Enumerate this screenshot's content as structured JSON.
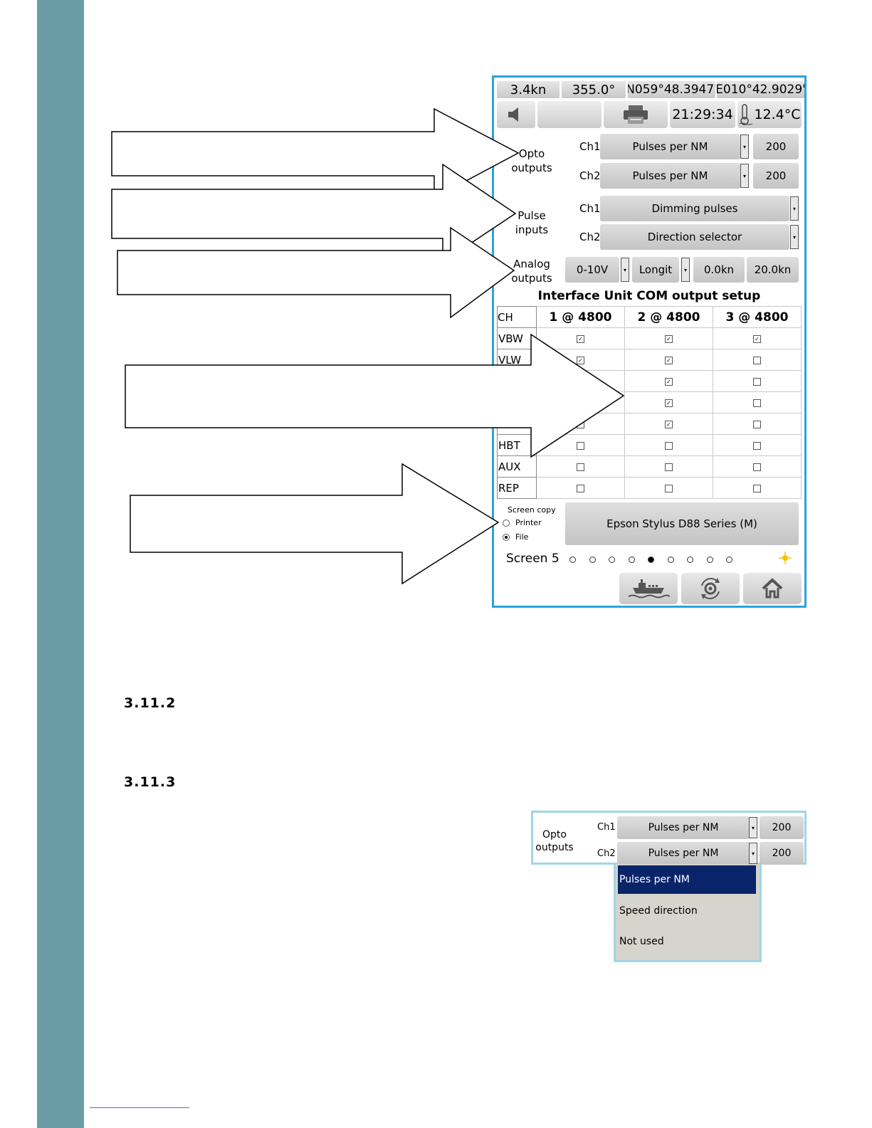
{
  "headings": {
    "section_a": "3.11.2",
    "section_b": "3.11.3"
  },
  "status_bar": {
    "speed": "3.4kn",
    "heading": "355.0°",
    "latitude": "N059°48.3947'",
    "longitude": "E010°42.9029'"
  },
  "toolbar": {
    "time": "21:29:34",
    "temperature": "12.4°C"
  },
  "opto_outputs": {
    "label_line1": "Opto",
    "label_line2": "outputs",
    "ch1_label": "Ch1",
    "ch1_mode": "Pulses per NM",
    "ch1_value": "200",
    "ch2_label": "Ch2",
    "ch2_mode": "Pulses per NM",
    "ch2_value": "200"
  },
  "pulse_inputs": {
    "label_line1": "Pulse",
    "label_line2": "inputs",
    "ch1_label": "Ch1",
    "ch1_mode": "Dimming pulses",
    "ch2_label": "Ch2",
    "ch2_mode": "Direction selector"
  },
  "analog_outputs": {
    "label_line1": "Analog",
    "label_line2": "outputs",
    "range": "0-10V",
    "axis": "Longit",
    "min": "0.0kn",
    "max": "20.0kn"
  },
  "com_setup": {
    "title": "Interface Unit COM output setup",
    "header": [
      "CH",
      "1 @ 4800",
      "2 @ 4800",
      "3 @ 4800"
    ],
    "rows": [
      {
        "name": "VBW",
        "checks": [
          true,
          true,
          true
        ]
      },
      {
        "name": "VLW",
        "checks": [
          true,
          true,
          false
        ]
      },
      {
        "name": "",
        "checks": [
          false,
          true,
          false
        ]
      },
      {
        "name": "",
        "checks": [
          false,
          true,
          false
        ]
      },
      {
        "name": "",
        "checks": [
          false,
          true,
          false
        ]
      },
      {
        "name": "HBT",
        "checks": [
          false,
          false,
          false
        ]
      },
      {
        "name": "AUX",
        "checks": [
          false,
          false,
          false
        ]
      },
      {
        "name": "REP",
        "checks": [
          false,
          false,
          false
        ]
      }
    ]
  },
  "screen_copy": {
    "label": "Screen copy",
    "option_printer": "Printer",
    "option_file": "File",
    "selected": "File",
    "printer_name": "Epson Stylus D88 Series (M)"
  },
  "pager": {
    "label": "Screen 5",
    "total": 9,
    "current": 5
  },
  "dropdown_figure": {
    "label_line1": "Opto",
    "label_line2": "outputs",
    "ch1_label": "Ch1",
    "ch1_mode": "Pulses per NM",
    "ch1_value": "200",
    "ch2_label": "Ch2",
    "ch2_mode": "Pulses per NM",
    "ch2_value": "200",
    "options": [
      "Pulses per NM",
      "Speed direction",
      "Not used"
    ],
    "selected_option": "Pulses per NM"
  },
  "colors": {
    "sidebar": "#6a9ca6",
    "screen_border": "#29a3dc",
    "selection": "#0a246a"
  }
}
